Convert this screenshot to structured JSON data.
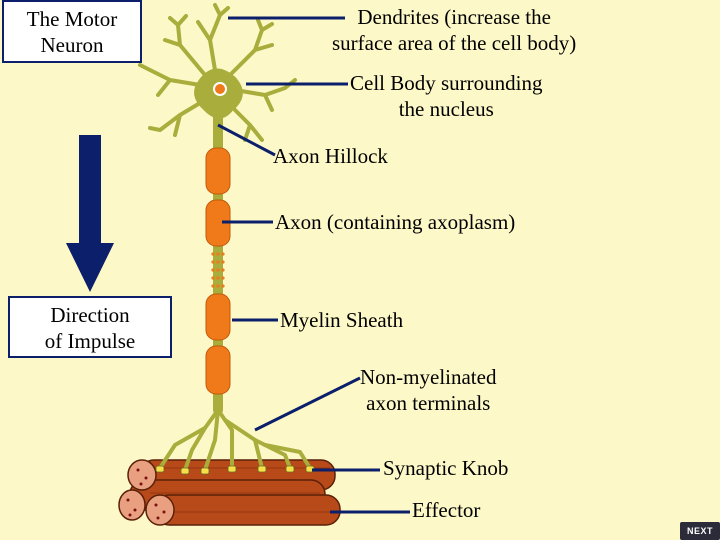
{
  "title": {
    "line1": "The Motor",
    "line2": "Neuron"
  },
  "direction": {
    "line1": "Direction",
    "line2": "of Impulse"
  },
  "labels": {
    "dendrites": {
      "line1": "Dendrites (increase the",
      "line2": "surface area of the cell body)"
    },
    "cell_body": {
      "line1": "Cell Body surrounding",
      "line2": "the nucleus"
    },
    "axon_hillock": "Axon Hillock",
    "axon": "Axon (containing axoplasm)",
    "myelin": "Myelin Sheath",
    "terminals": {
      "line1": "Non-myelinated",
      "line2": "axon terminals"
    },
    "synaptic_knob": "Synaptic Knob",
    "effector": "Effector"
  },
  "nav": {
    "next_label": "NEXT"
  },
  "colors": {
    "background": "#fdf8c8",
    "neuron": "#a9ad3c",
    "myelin": "#f07a1a",
    "leader_line": "#0b1f6b",
    "arrow": "#0b1f6b",
    "muscle": "#b84a1a",
    "knob": "#f5e04a"
  }
}
